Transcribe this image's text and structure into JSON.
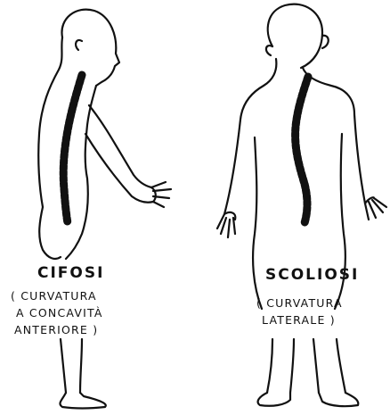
{
  "figures": [
    {
      "title": "CIFOSI",
      "description_lines": [
        "( CURVATURA",
        "A CONCAVITÀ",
        "ANTERIORE )"
      ]
    },
    {
      "title": "SCOLIOSI",
      "description_lines": [
        "( CURVATURA",
        "LATERALE )"
      ]
    }
  ],
  "colors": {
    "ink": "#111111",
    "background": "#ffffff"
  }
}
